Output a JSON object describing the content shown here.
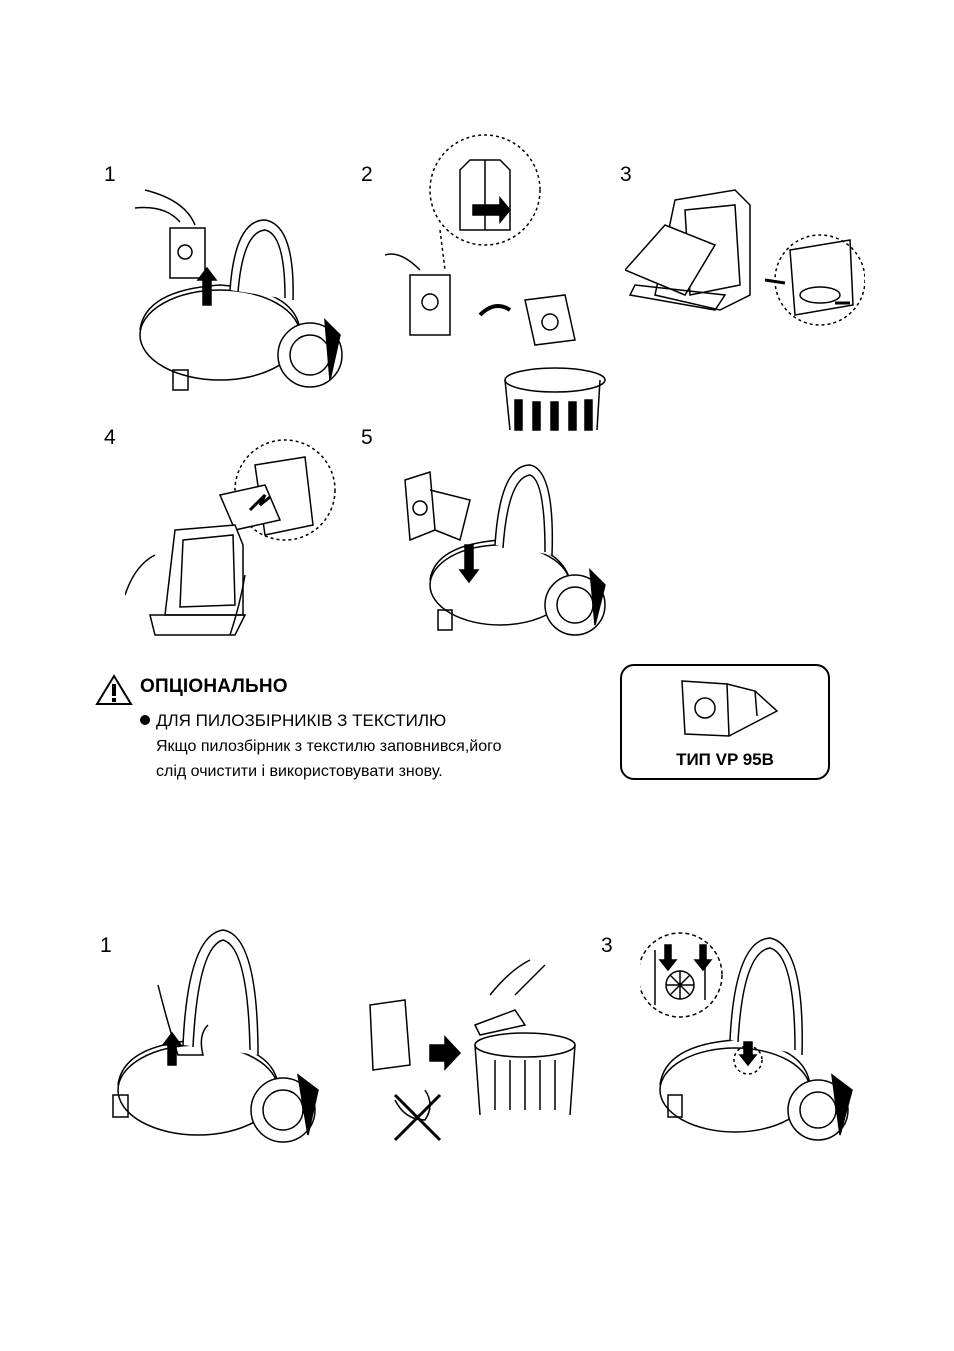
{
  "steps_top": [
    "1",
    "2",
    "3",
    "4",
    "5"
  ],
  "notice": {
    "title": "ОПЦІОНАЛЬНО",
    "bullet": "ДЛЯ ПИЛОЗБІРНИКІВ З ТЕКСТИЛЮ",
    "line1": "Якщо пилозбірник з текстилю заповнився,його",
    "line2": "слід очистити і використовувати знову."
  },
  "type_box": {
    "label": "ТИП VP 95B"
  },
  "steps_bottom": [
    "1",
    "3"
  ],
  "icons": [
    "warning-icon",
    "vacuum-cleaner",
    "dust-bag",
    "trash-bin",
    "hand",
    "no-washing-icon",
    "arrow-icon"
  ]
}
